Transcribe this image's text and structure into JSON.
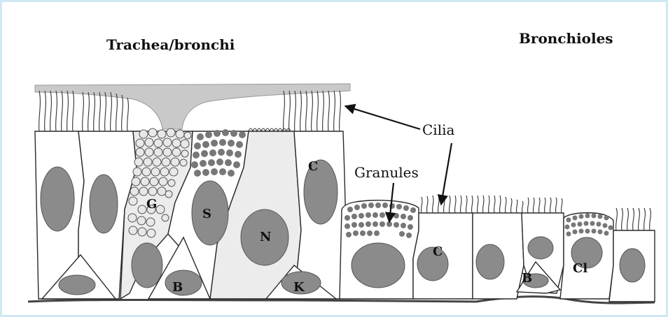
{
  "regions": {
    "left_title": "Trachea/bronchi",
    "right_title": "Bronchioles"
  },
  "annotations": {
    "cilia": "Cilia",
    "granules": "Granules"
  },
  "cell_letters": {
    "goblet": "G",
    "serous": "S",
    "neuroendocrine": "N",
    "ciliated_1": "C",
    "basal_1": "B",
    "kulchitsky": "K",
    "ciliated_2": "C",
    "basal_2": "B",
    "club": "Cl"
  },
  "colors": {
    "frame": "#cfe8f4",
    "nucleus": "#8b8b8b",
    "mucus": "#c9c9c9",
    "outline": "#2a2a2a"
  }
}
